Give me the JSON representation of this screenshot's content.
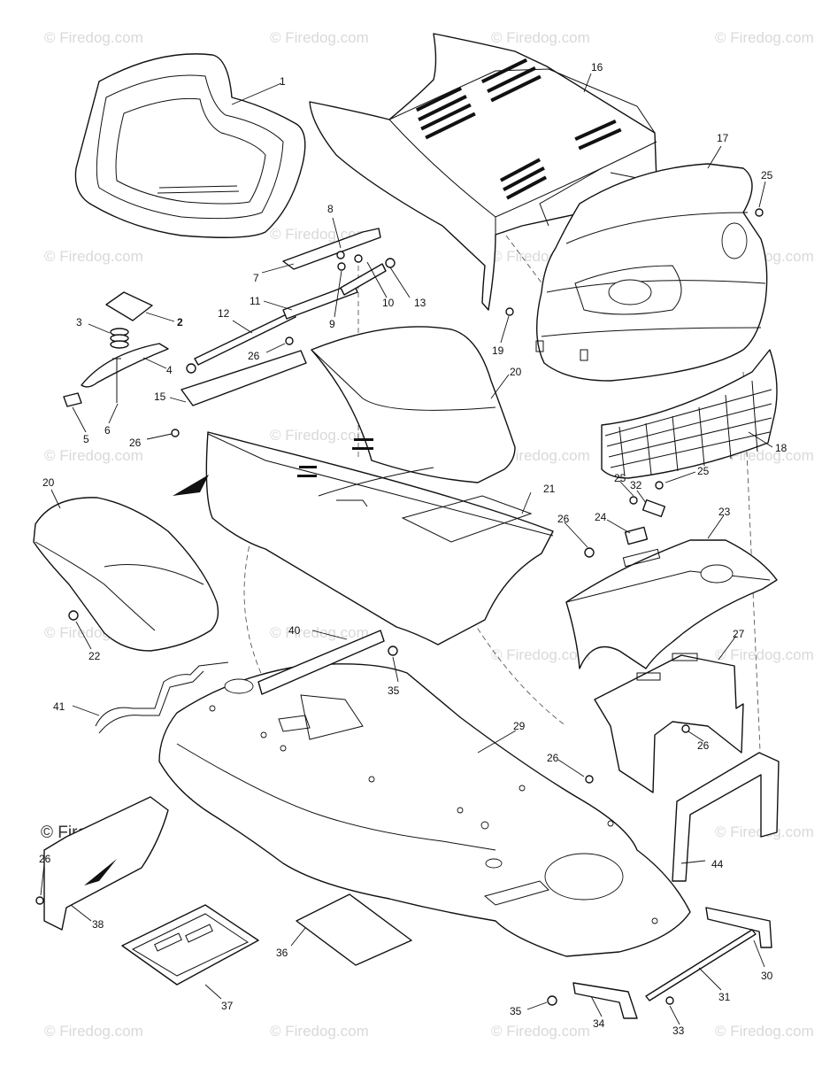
{
  "watermark": {
    "text": "Firedog.com",
    "prominent_text": "Firedog.com",
    "symbol": "©"
  },
  "callouts": [
    {
      "label": "1"
    },
    {
      "label": "2"
    },
    {
      "label": "3"
    },
    {
      "label": "4"
    },
    {
      "label": "5"
    },
    {
      "label": "6"
    },
    {
      "label": "7"
    },
    {
      "label": "8"
    },
    {
      "label": "9"
    },
    {
      "label": "10"
    },
    {
      "label": "11"
    },
    {
      "label": "12"
    },
    {
      "label": "13"
    },
    {
      "label": "15"
    },
    {
      "label": "16"
    },
    {
      "label": "17"
    },
    {
      "label": "18"
    },
    {
      "label": "19"
    },
    {
      "label": "20"
    },
    {
      "label": "20"
    },
    {
      "label": "21"
    },
    {
      "label": "22"
    },
    {
      "label": "23"
    },
    {
      "label": "24"
    },
    {
      "label": "25"
    },
    {
      "label": "25"
    },
    {
      "label": "25"
    },
    {
      "label": "26"
    },
    {
      "label": "26"
    },
    {
      "label": "26"
    },
    {
      "label": "26"
    },
    {
      "label": "26"
    },
    {
      "label": "26"
    },
    {
      "label": "27"
    },
    {
      "label": "29"
    },
    {
      "label": "30"
    },
    {
      "label": "31"
    },
    {
      "label": "32"
    },
    {
      "label": "33"
    },
    {
      "label": "34"
    },
    {
      "label": "35"
    },
    {
      "label": "35"
    },
    {
      "label": "36"
    },
    {
      "label": "37"
    },
    {
      "label": "38"
    },
    {
      "label": "40"
    },
    {
      "label": "41"
    },
    {
      "label": "44"
    }
  ]
}
